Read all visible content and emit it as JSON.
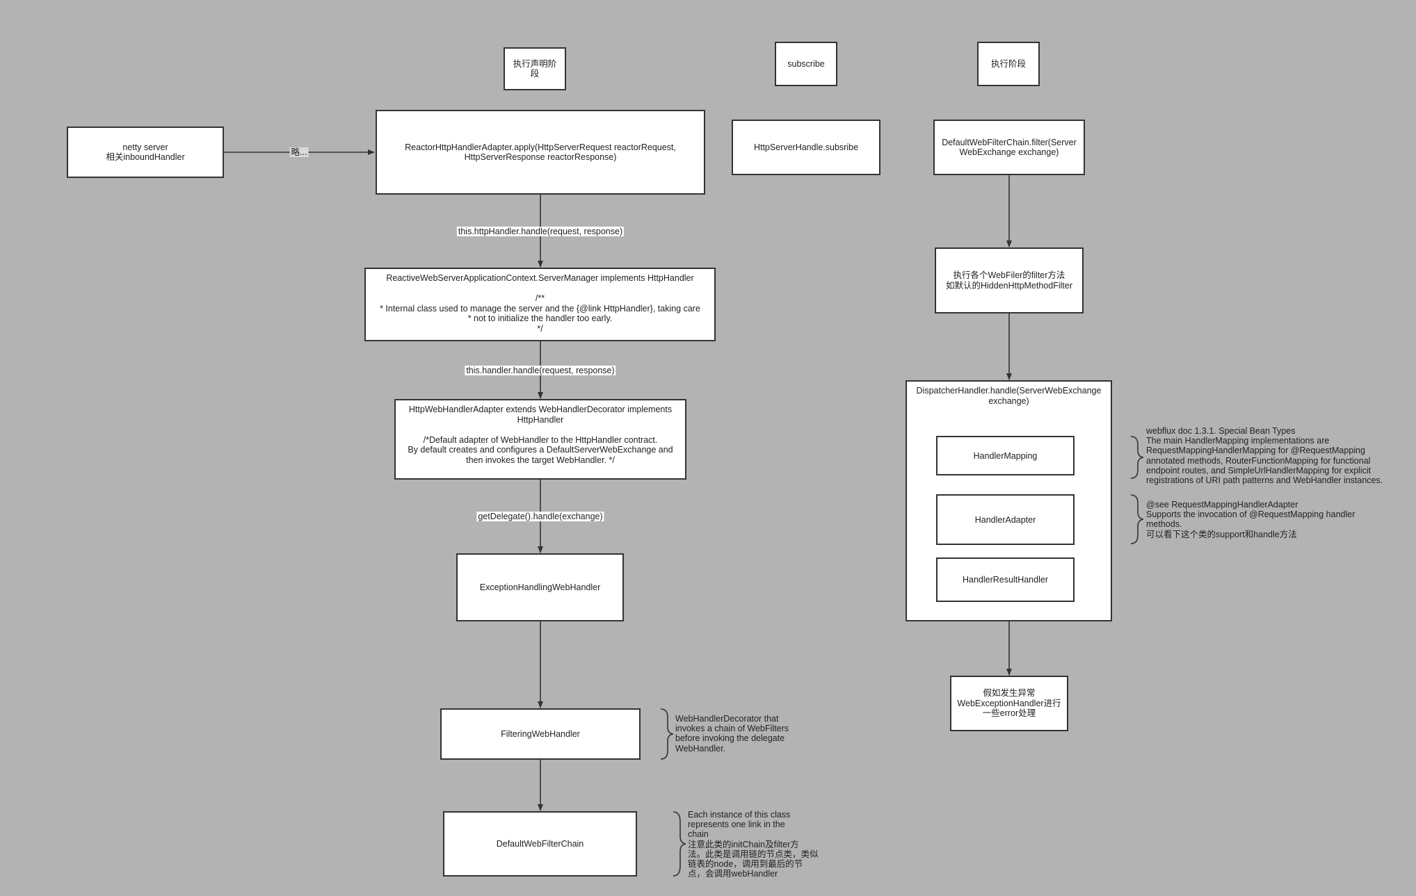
{
  "phase_labels": {
    "declare": "执行声明阶段",
    "subscribe": "subscribe",
    "execute": "执行阶段"
  },
  "nodes": {
    "netty": "netty server\n相关inboundHandler",
    "reactor_adapter": "ReactorHttpHandlerAdapter.apply(HttpServerRequest reactorRequest,\nHttpServerResponse reactorResponse)",
    "server_manager": "ReactiveWebServerApplicationContext.ServerManager implements HttpHandler\n\n/**\n* Internal class used to manage the server and the {@link HttpHandler}, taking care\n* not to initialize the handler too early.\n*/",
    "http_web_handler_adapter": "HttpWebHandlerAdapter extends WebHandlerDecorator implements\nHttpHandler\n\n/*Default adapter of WebHandler to the HttpHandler contract.\nBy default creates and configures a DefaultServerWebExchange and\nthen invokes the target WebHandler. */",
    "exception_handling": "ExceptionHandlingWebHandler",
    "filtering": "FilteringWebHandler",
    "default_chain": "DefaultWebFilterChain",
    "http_server_handle": "HttpServerHandle.subsribe",
    "filter_chain_filter": "DefaultWebFilterChain.filter(Server\nWebExchange exchange)",
    "webfilter_exec": "执行各个WebFiler的filter方法\n如默认的HiddenHttpMethodFilter",
    "dispatcher": "DispatcherHandler.handle(ServerWebExchange\nexchange)",
    "handler_mapping": "HandlerMapping",
    "handler_adapter": "HandlerAdapter",
    "handler_result": "HandlerResultHandler",
    "exception_handler": "假如发生异常\nWebExceptionHandler进行\n一些error处理"
  },
  "edge_labels": {
    "skip": "略...",
    "http_handler_handle": "this.httpHandler.handle(request, response)",
    "handler_handle": "this.handler.handle(request, response)",
    "get_delegate": "getDelegate().handle(exchange)"
  },
  "notes": {
    "filtering_note": "WebHandlerDecorator that\ninvokes a chain of WebFilters\nbefore invoking the delegate\nWebHandler.",
    "chain_note": "Each instance of this class\nrepresents one link in the\nchain\n注意此类的initChain及filter方\n法。此类是调用链的节点类，类似\n链表的node，调用到最后的节\n点，会调用webHandler",
    "mapping_note": "webflux doc 1.3.1. Special Bean Types\nThe main HandlerMapping implementations are\nRequestMappingHandlerMapping for @RequestMapping\nannotated methods, RouterFunctionMapping for functional\nendpoint routes, and SimpleUrlHandlerMapping for explicit\nregistrations of URI path patterns and WebHandler instances.",
    "adapter_note": "@see RequestMappingHandlerAdapter\nSupports the invocation of @RequestMapping handler\nmethods.\n可以看下这个类的support和handle方法"
  }
}
